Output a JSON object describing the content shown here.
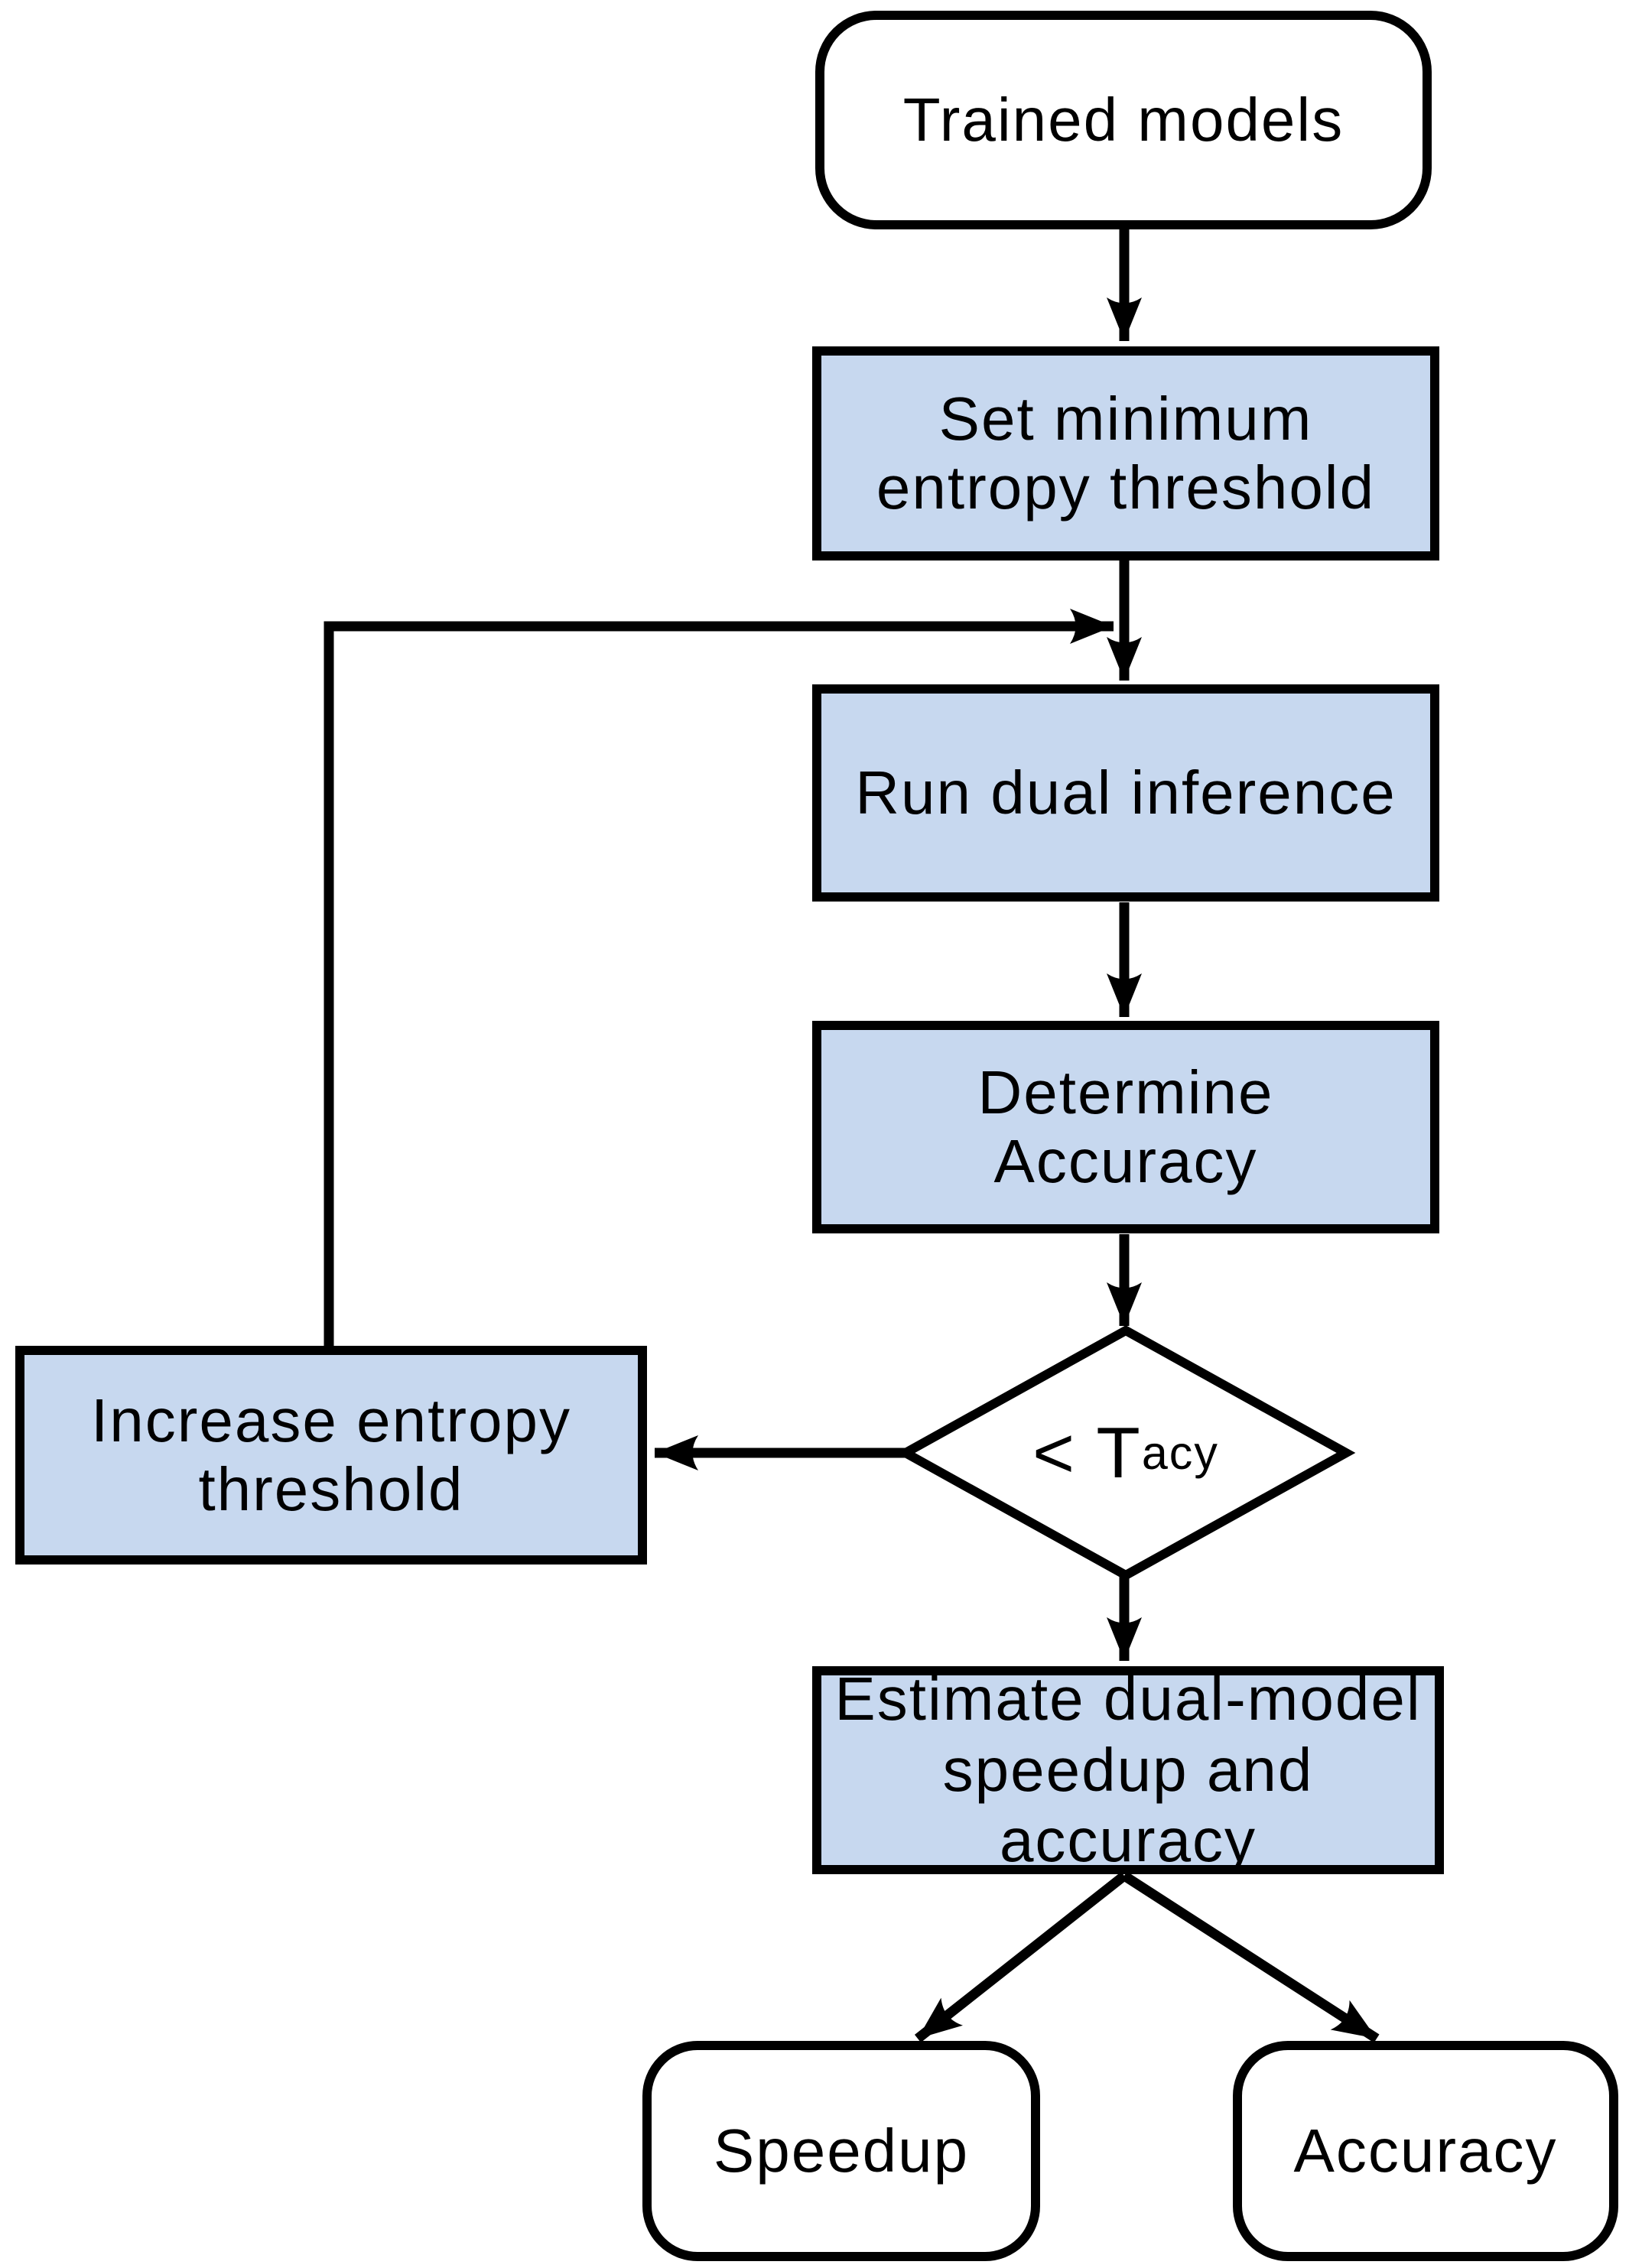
{
  "colors": {
    "process_fill": "#C7D8EF",
    "terminal_fill": "#FFFFFF",
    "line": "#000000"
  },
  "nodes": {
    "trained_models": {
      "lines": [
        "Trained models"
      ]
    },
    "set_threshold": {
      "lines": [
        "Set minimum",
        "entropy threshold"
      ]
    },
    "run_inference": {
      "lines": [
        "Run dual inference"
      ]
    },
    "determine_accuracy": {
      "lines": [
        "Determine",
        "Accuracy"
      ]
    },
    "decision": {
      "main": "< T",
      "sub": "acy"
    },
    "increase_threshold": {
      "lines": [
        "Increase entropy",
        "threshold"
      ]
    },
    "estimate": {
      "lines": [
        "Estimate dual-model",
        "speedup and",
        "accuracy"
      ]
    },
    "speedup": {
      "lines": [
        "Speedup"
      ]
    },
    "accuracy": {
      "lines": [
        "Accuracy"
      ]
    }
  }
}
